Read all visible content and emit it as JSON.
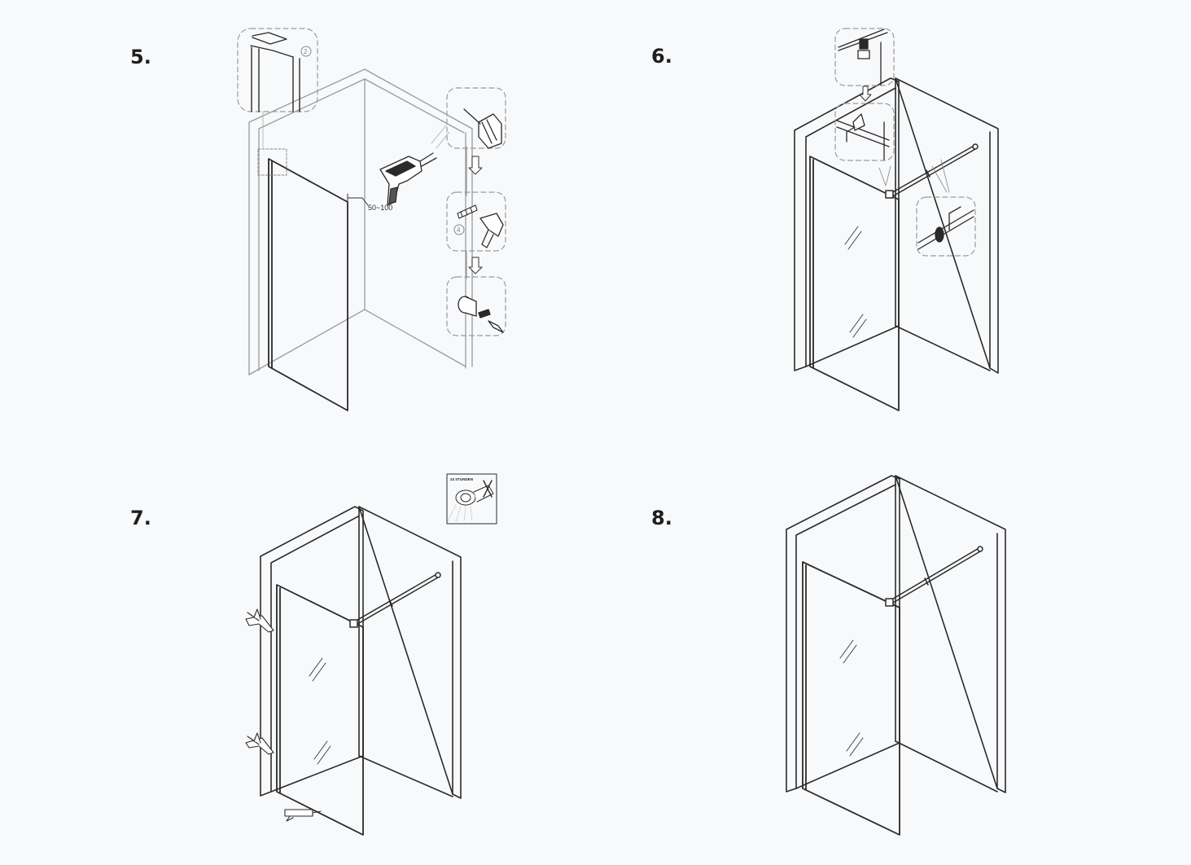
{
  "steps": [
    {
      "number": "5."
    },
    {
      "number": "6."
    },
    {
      "number": "7."
    },
    {
      "number": "8."
    }
  ],
  "step5": {
    "dimension_label": "50~100",
    "callout_part_2": "2",
    "callout_part_4": "4"
  },
  "step7": {
    "cure_label": "24 STUNDEN"
  },
  "colors": {
    "background": "#f8f9fb",
    "line": "#2a2a2a",
    "light_line": "#9a9a9a",
    "dashed_border": "#9a9a9a"
  },
  "icons": [
    "drill-icon",
    "hammer-icon",
    "wall-plug-icon",
    "caulk-gun-icon",
    "shower-head-icon",
    "down-arrow-icon",
    "cross-mark-icon"
  ]
}
